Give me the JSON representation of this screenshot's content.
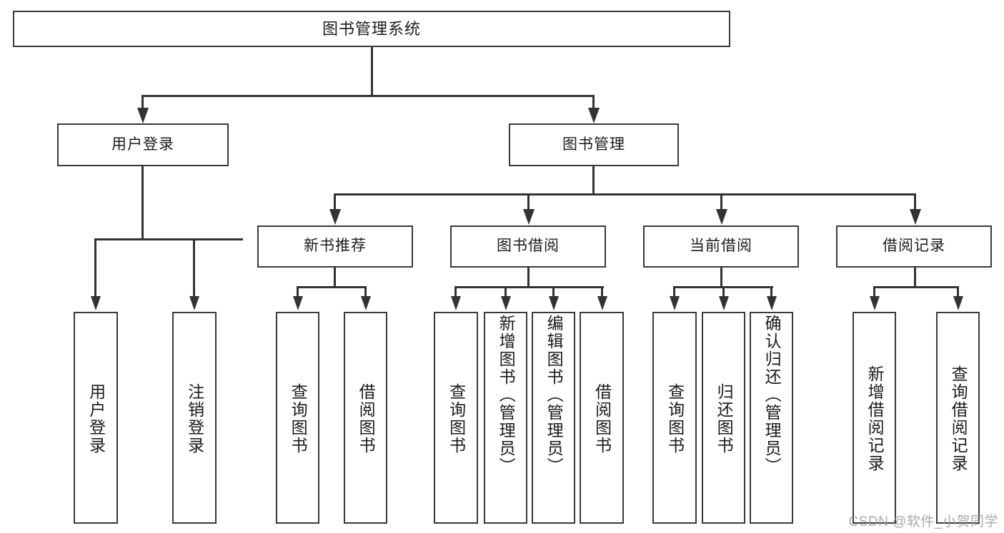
{
  "diagram": {
    "title": "图书管理系统",
    "type": "tree-hierarchy",
    "root": {
      "label": "图书管理系统"
    },
    "level1": [
      {
        "label": "用户登录"
      },
      {
        "label": "图书管理"
      }
    ],
    "level2": [
      {
        "label": "新书推荐"
      },
      {
        "label": "图书借阅"
      },
      {
        "label": "当前借阅"
      },
      {
        "label": "借阅记录"
      }
    ],
    "leaves": [
      {
        "label": "用户登录"
      },
      {
        "label": "注销登录"
      },
      {
        "label": "查询图书"
      },
      {
        "label": "借阅图书"
      },
      {
        "label": "查询图书"
      },
      {
        "label": "新增图书（管理员）"
      },
      {
        "label": "编辑图书（管理员）"
      },
      {
        "label": "借阅图书"
      },
      {
        "label": "查询图书"
      },
      {
        "label": "归还图书"
      },
      {
        "label": "确认归还（管理员）"
      },
      {
        "label": "新增借阅记录"
      },
      {
        "label": "查询借阅记录"
      }
    ]
  },
  "watermark": {
    "text": "CSDN @软件_小贺同学"
  },
  "colors": {
    "line": "#333333",
    "box_border": "#3a3a3a",
    "box_fill": "#ffffff",
    "text": "#1b1b1b",
    "watermark": "#9a9a9a"
  }
}
